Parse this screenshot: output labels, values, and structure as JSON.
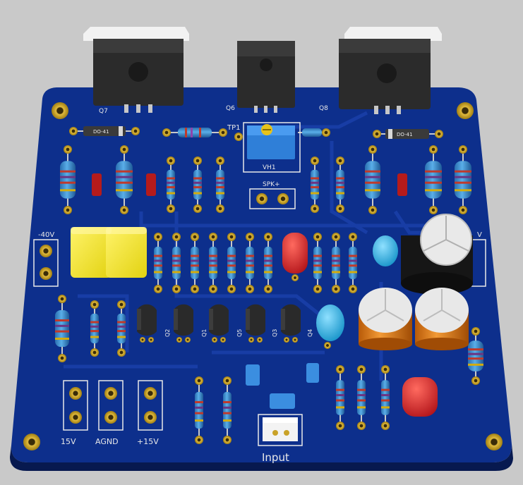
{
  "colors": {
    "background": "#c9c9c9",
    "pcb": "#0d2f8c",
    "pcb_edge": "#081f66",
    "pad": "#c9a227",
    "silkscreen": "#e8e8e8",
    "resistor": "#3d8fd0",
    "film_cap": "#f2e92a",
    "ceramic_cap": "#2fb8e6",
    "electrolytic": "#e07a1a",
    "red_cap": "#d8262a",
    "transistor": "#2a2a2a",
    "heatsink_tab": "#f0f0f0"
  },
  "labels": {
    "q7": "Q7",
    "q6": "Q6",
    "q8": "Q8",
    "tp1": "TP1",
    "vh1": "VH1",
    "spk": "SPK+",
    "neg40": "-40V",
    "pos40": "V",
    "q2": "Q2",
    "q1": "Q1",
    "q5": "Q5",
    "q3": "Q3",
    "q4": "Q4",
    "p15": "15V",
    "agnd": "AGND",
    "pp15": "+15V",
    "input": "Input",
    "d1": "DO-41",
    "d2": "DO-41"
  }
}
